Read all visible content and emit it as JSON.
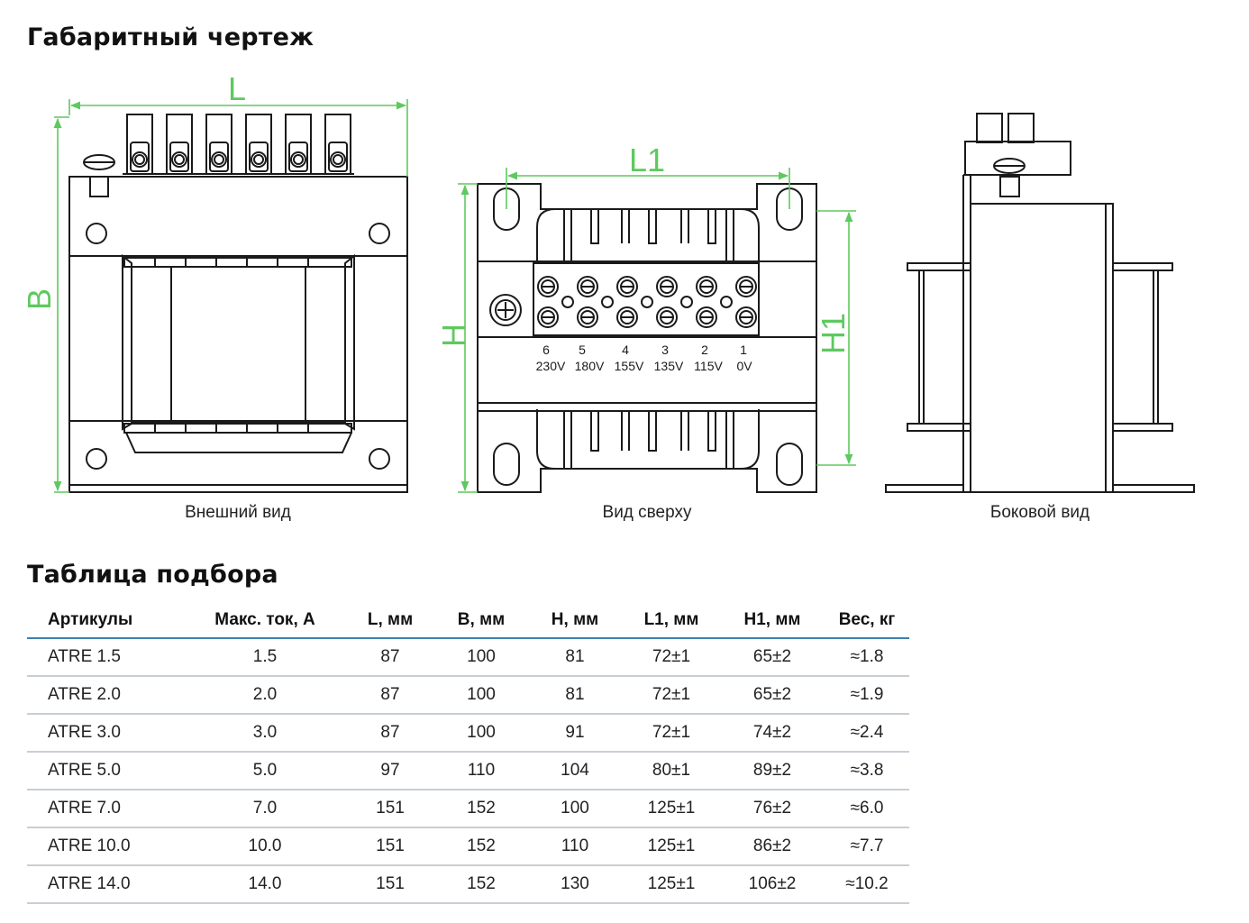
{
  "headings": {
    "drawing": "Габаритный чертеж",
    "table": "Таблица подбора"
  },
  "views": {
    "front": {
      "caption": "Внешний вид",
      "dim_width": "L",
      "dim_height": "B"
    },
    "top": {
      "caption": "Вид сверху",
      "dim_width": "L1",
      "dim_height_left": "H",
      "dim_height_right": "H1",
      "terminals": [
        {
          "number": "6",
          "voltage": "230V"
        },
        {
          "number": "5",
          "voltage": "180V"
        },
        {
          "number": "4",
          "voltage": "155V"
        },
        {
          "number": "3",
          "voltage": "135V"
        },
        {
          "number": "2",
          "voltage": "115V"
        },
        {
          "number": "1",
          "voltage": "0V"
        }
      ]
    },
    "side": {
      "caption": "Боковой вид"
    }
  },
  "colors": {
    "dimension": "#5ec95e",
    "line": "#1a1a1a",
    "header_rule": "#3f7fb0",
    "row_rule": "#c9ced3"
  },
  "table": {
    "columns": [
      "Артикулы",
      "Макс. ток, А",
      "L, мм",
      "B, мм",
      "H, мм",
      "L1, мм",
      "H1, мм",
      "Вес, кг"
    ],
    "rows": [
      [
        "ATRE 1.5",
        "1.5",
        "87",
        "100",
        "81",
        "72±1",
        "65±2",
        "≈1.8"
      ],
      [
        "ATRE 2.0",
        "2.0",
        "87",
        "100",
        "81",
        "72±1",
        "65±2",
        "≈1.9"
      ],
      [
        "ATRE 3.0",
        "3.0",
        "87",
        "100",
        "91",
        "72±1",
        "74±2",
        "≈2.4"
      ],
      [
        "ATRE 5.0",
        "5.0",
        "97",
        "110",
        "104",
        "80±1",
        "89±2",
        "≈3.8"
      ],
      [
        "ATRE 7.0",
        "7.0",
        "151",
        "152",
        "100",
        "125±1",
        "76±2",
        "≈6.0"
      ],
      [
        "ATRE 10.0",
        "10.0",
        "151",
        "152",
        "110",
        "125±1",
        "86±2",
        "≈7.7"
      ],
      [
        "ATRE 14.0",
        "14.0",
        "151",
        "152",
        "130",
        "125±1",
        "106±2",
        "≈10.2"
      ]
    ]
  }
}
